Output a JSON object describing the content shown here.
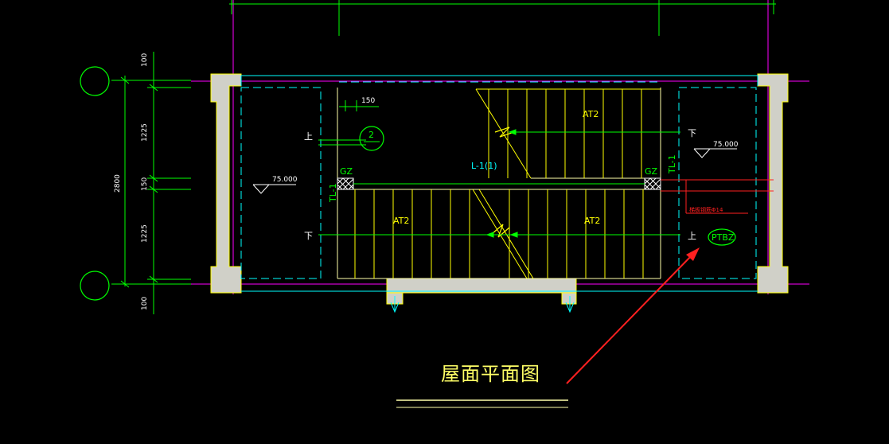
{
  "dimensions": {
    "top": "100",
    "mid_upper": "1225",
    "mid_center": "150",
    "mid_lower": "1225",
    "bottom": "100",
    "total": "2800",
    "opening_width": "150"
  },
  "labels": {
    "up": "上",
    "down": "下",
    "elevation": "75.000",
    "stair_flight": "AT2",
    "beam": "L-1(1)",
    "column": "GZ",
    "tie_beam": "TL-1",
    "section_mark": "2",
    "slab_tag": "PTBZ",
    "red_note": "梯板钢筋Φ14",
    "title": "屋面平面图"
  },
  "colors": {
    "background": "#000000",
    "wall_fill": "#d0d0c8",
    "wall_edge": "#ffff00",
    "green": "#00ff00",
    "cyan": "#00ffff",
    "magenta": "#ff00ff",
    "red": "#ff2020",
    "yellow": "#ffff66"
  }
}
